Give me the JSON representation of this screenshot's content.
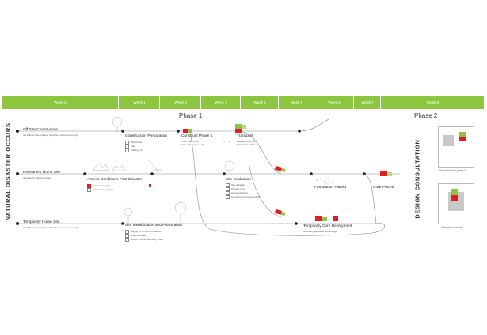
{
  "timeline": {
    "weeks": [
      "Week 0",
      "Week 1",
      "Week 2",
      "Week 3",
      "Week 4",
      "Week 5",
      "Week 6",
      "Week 7",
      "Week 8"
    ]
  },
  "phases": {
    "phase1": "Phase 1",
    "phase2": "Phase 2"
  },
  "side_labels": {
    "left": "NATURAL DISASTER OCCURS",
    "right": "DESIGN CONSULTATION"
  },
  "tracks": {
    "offsite": {
      "title": "Off Site Construction",
      "sub": "out of flood zone (outlined throughout Cameron County)"
    },
    "permanent": {
      "title": "Permanent Home Site",
      "sub": "damaged by natural disaster"
    },
    "temporary": {
      "title": "Temporary Home Site",
      "sub": "out of flood zone (outlined throughout Cameron County)"
    }
  },
  "steps": {
    "construction_prep": {
      "title": "Construction Preparation",
      "items": [
        "Warehouse",
        "Flats",
        "Parking Lot"
      ]
    },
    "construct_phase1": {
      "title": "Construct Phase 1",
      "items": [
        "Units 1 (wet core)",
        "Units 2 (living/flex pod)"
      ]
    },
    "transport": {
      "title": "Transport",
      "sub": "standard truck with flatbed trailer hitch"
    },
    "assess": {
      "title": "Assess Conditions Post-Disaster",
      "items": [
        "Homes damaged",
        "Homes not damaged"
      ]
    },
    "site_eval": {
      "title": "Site Evaluation",
      "items": [
        "Site setbacks",
        "Property Lines",
        "Home Expansion",
        "Complementary home retrofit"
      ]
    },
    "foundation": {
      "title": "Foundation Placed"
    },
    "core": {
      "title": "Core Placed"
    },
    "site_ident": {
      "title": "Site Identification and Preparation",
      "items": [
        "staging for homes and transport",
        "residential area",
        "access to water, electricity, sewer"
      ]
    },
    "temp_core": {
      "title": "Temporary Core Deployment",
      "sub": "temporary adjustable jack footings"
    }
  },
  "phase2_options": {
    "detached": "Detached from phase 1",
    "attached": "Attached to phase 1"
  },
  "colors": {
    "green": "#8cc63f",
    "red": "#e21b24",
    "lightgreen": "#b7d97a",
    "grey": "#c8c8c8"
  }
}
